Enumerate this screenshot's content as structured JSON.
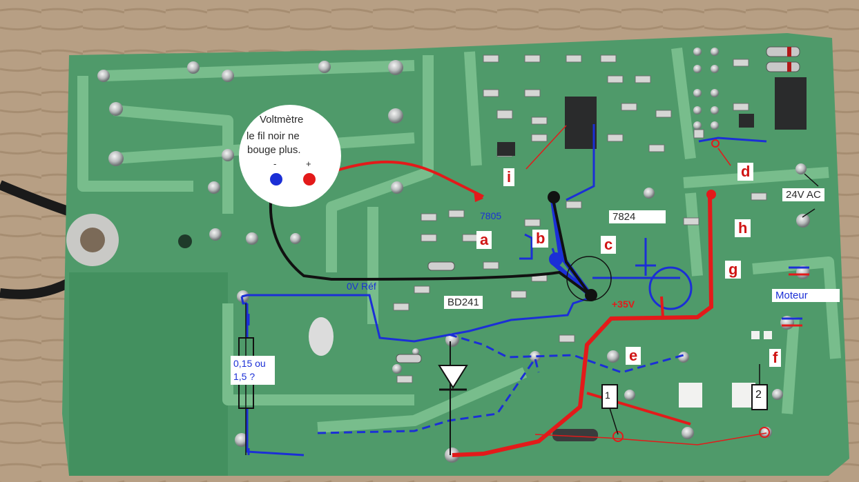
{
  "photo": {
    "voltmeter": {
      "title": "Voltmètre",
      "note_line_1": "le fil noir ne",
      "note_line_2": "bouge  plus.",
      "minus": "-",
      "plus": "+"
    },
    "labels": {
      "reg_7805": "7805",
      "reg_7824": "7824",
      "ref_0v": "0V Réf",
      "transistor": "BD241",
      "rail_35v": "+35V",
      "ac_input": "24V AC",
      "motor": "Moteur",
      "resistor_value": "0,15 ou 1,5 ?",
      "resistor_1": "1",
      "resistor_2": "2"
    },
    "letters": {
      "a": "a",
      "b": "b",
      "c": "c",
      "d": "d",
      "e": "e",
      "f": "f",
      "g": "g",
      "h": "h",
      "i": "i"
    },
    "colors": {
      "board": "#4f9a6a",
      "trace": "#6fb383",
      "wood": "#b79f84",
      "annotation_red": "#e31a1a",
      "annotation_blue": "#1b2fd6",
      "annotation_black": "#111111"
    }
  }
}
